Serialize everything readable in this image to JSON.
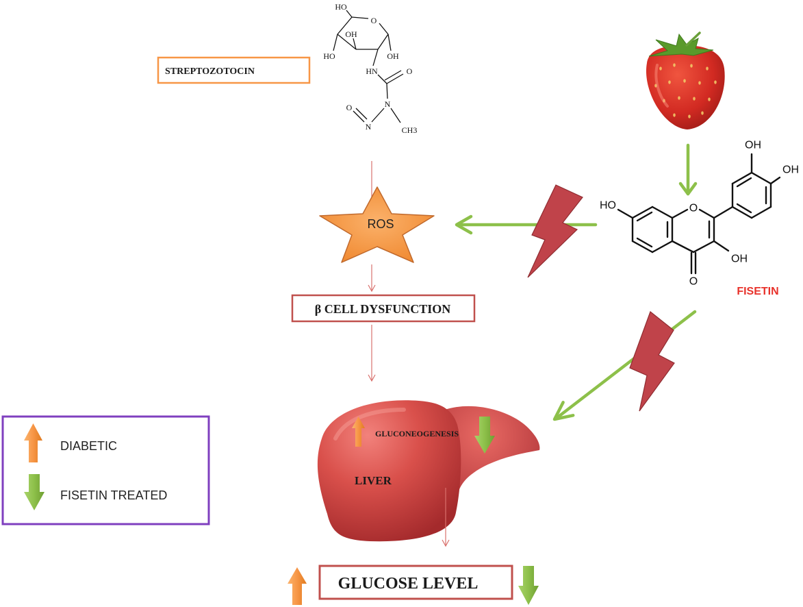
{
  "diagram": {
    "streptozotocin_label": "STREPTOZOTOCIN",
    "ros_label": "ROS",
    "beta_cell_label": "β CELL DYSFUNCTION",
    "gluconeogenesis_label": "GLUCONEOGENESIS",
    "liver_label": "LIVER",
    "glucose_label": "GLUCOSE LEVEL",
    "fisetin_label": "FISETIN"
  },
  "streptozotocin_atoms": [
    "HO",
    "O",
    "OH",
    "HO",
    "OH",
    "HN",
    "O",
    "N",
    "O",
    "N",
    "CH3"
  ],
  "fisetin_atoms": [
    "OH",
    "OH",
    "HO",
    "O",
    "OH",
    "O"
  ],
  "legend": {
    "items": [
      {
        "label": "DIABETIC",
        "arrow": "up"
      },
      {
        "label": "FISETIN TREATED",
        "arrow": "down"
      }
    ]
  },
  "icons": [
    "strawberry-icon",
    "liver-icon",
    "lightning-bolt-icon",
    "star-icon"
  ],
  "colors": {
    "diabetic_arrow": "#f79646",
    "fisetin_arrow": "#8dc04a",
    "box_border_red": "#c0504d",
    "box_border_orange": "#f79646",
    "legend_border": "#7f3fbf",
    "fisetin_text": "#e8312a",
    "ros_star": "#f79646",
    "lightning": "#c0434a"
  }
}
